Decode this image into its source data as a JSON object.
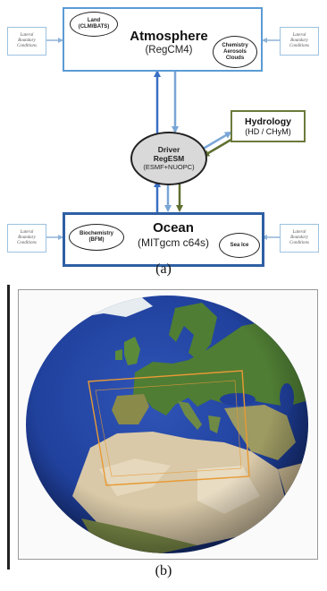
{
  "panel_a": {
    "caption": "(a)",
    "lateral_top_left": "Lateral\nBoundary\nConditions",
    "lateral_top_right": "Lateral\nBoundary\nConditions",
    "lateral_bottom_left": "Lateral\nBoundary\nConditions",
    "lateral_bottom_right": "Lateral\nBoundary\nConditions",
    "atmosphere": {
      "title": "Atmosphere",
      "subtitle": "(RegCM4)",
      "land": "Land\n(CLM/BATS)",
      "chemistry": "Chemistry\nAerosols\nClouds"
    },
    "driver": {
      "title": "Driver",
      "name": "RegESM",
      "sub": "(ESMF+NUOPC)"
    },
    "hydrology": {
      "title": "Hydrology",
      "subtitle": "(HD / CHyM)"
    },
    "ocean": {
      "title": "Ocean",
      "subtitle": "(MITgcm c64s)",
      "biochem": "Biochemistry\n(BFM)",
      "seaice": "Sea Ice"
    },
    "colors": {
      "atm_border": "#5b9bd5",
      "ocean_border": "#2e5fa3",
      "arrow_blue": "#3a6fc4",
      "arrow_light": "#7aa6d6",
      "arrow_olive": "#5f6f30",
      "hydro_border": "#6b7a3a"
    }
  },
  "panel_b": {
    "caption": "(b)",
    "colors": {
      "ocean": "#1f3f9a",
      "land": "#4f7d34",
      "desert": "#d9c9a8",
      "domain_box": "#e89a35"
    }
  }
}
